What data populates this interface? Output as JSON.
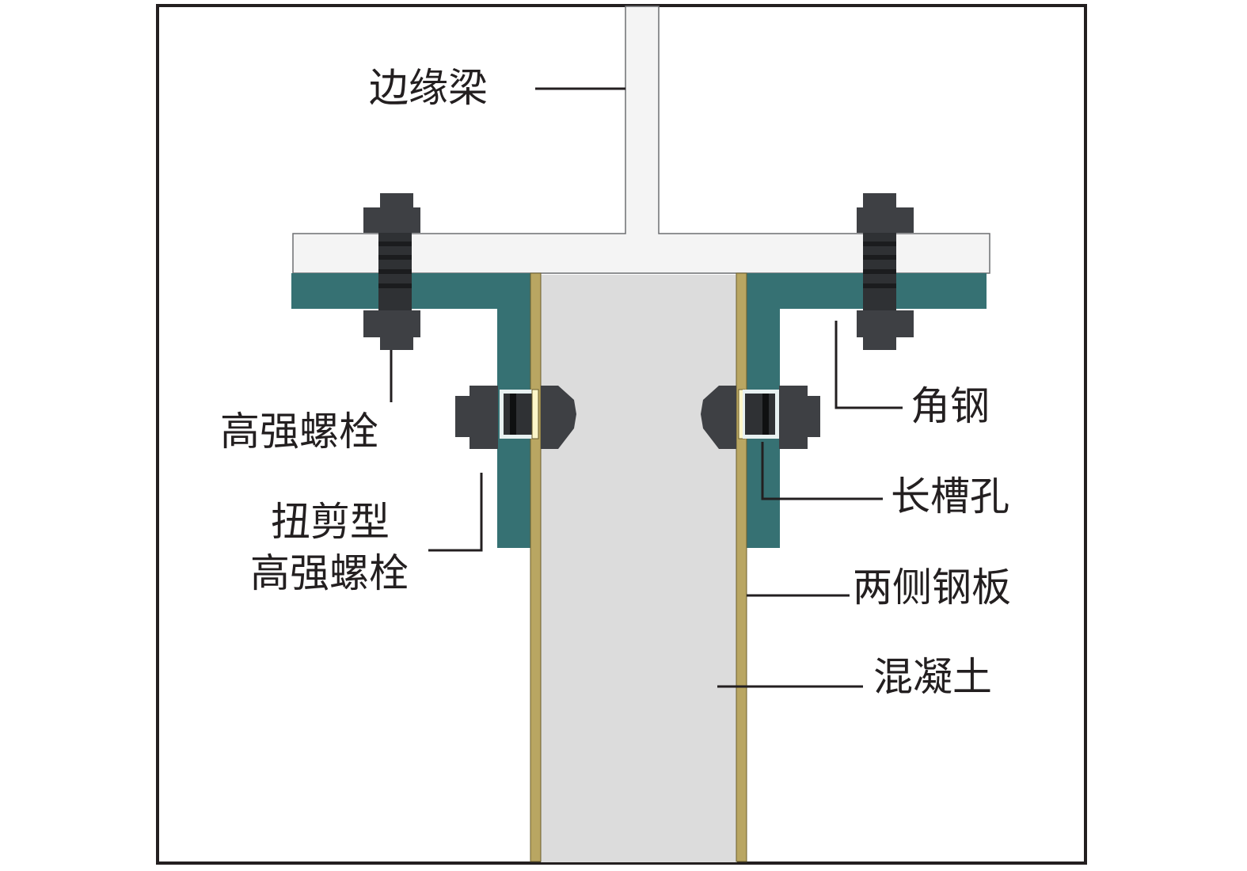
{
  "labels": {
    "edge_beam": "边缘梁",
    "hs_bolt": "高强螺栓",
    "ts_bolt_line1": "扭剪型",
    "ts_bolt_line2": "高强螺栓",
    "angle_steel": "角钢",
    "slot_hole": "长槽孔",
    "steel_plates": "两侧钢板",
    "concrete": "混凝土"
  },
  "colors": {
    "beam": "#f4f4f4",
    "angle": "#367173",
    "plate": "#b9a662",
    "concrete": "#dcdcdc",
    "bolt": "#3e4044",
    "bolt_dark": "#232426",
    "frame": "#231f20"
  }
}
